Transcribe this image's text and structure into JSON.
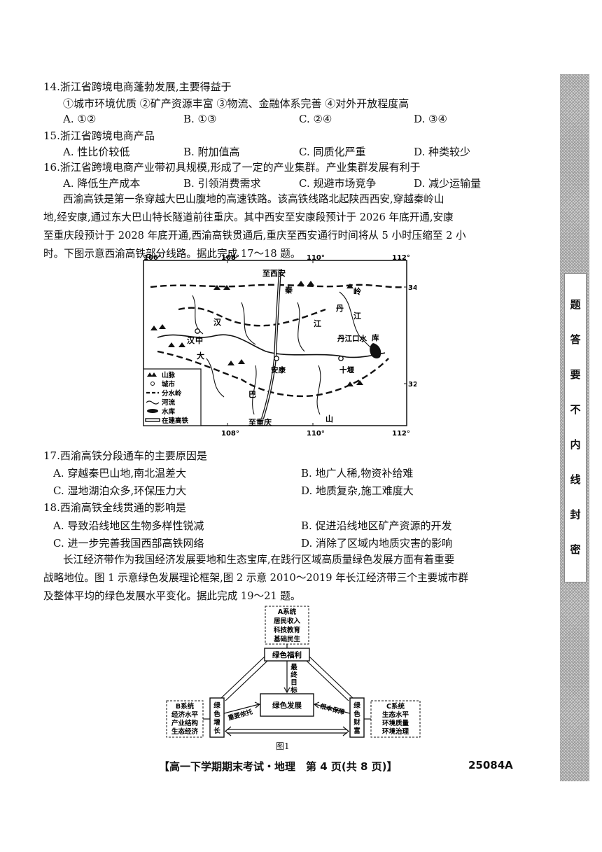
{
  "q14": {
    "stem": "14.浙江省跨境电商蓬勃发展,主要得益于",
    "items": "①城市环境优质  ②矿产资源丰富  ③物流、金融体系完善  ④对外开放程度高",
    "A": "A. ①②",
    "B": "B. ①③",
    "C": "C. ②④",
    "D": "D. ③④"
  },
  "q15": {
    "stem": "15.浙江省跨境电商产品",
    "A": "A. 性比价较低",
    "B": "B. 附加值高",
    "C": "C. 同质化严重",
    "D": "D. 种类较少"
  },
  "q16": {
    "stem": "16.浙江省跨境电商产业带初具规模,形成了一定的产业集群。产业集群发展有利于",
    "A": "A. 降低生产成本",
    "B": "B. 引领消费需求",
    "C": "C. 规避市场竞争",
    "D": "D. 减少运输量"
  },
  "passage1": [
    "西渝高铁是第一条穿越大巴山腹地的高速铁路。该高铁线路北起陕西西安,穿越秦岭山",
    "地,经安康,通过东大巴山特长隧道前往重庆。其中西安至安康段预计于 2026 年底开通,安康",
    "至重庆段预计于 2028 年底开通,西渝高铁贯通后,重庆至西安通行时间将从 5 小时压缩至 2 小",
    "时。下图示意西渝高铁部分线路。据此完成 17～18 题。"
  ],
  "map": {
    "top_ticks": [
      "106°",
      "108°",
      "110°",
      "112°"
    ],
    "bottom_ticks": [
      "108°",
      "110°",
      "112°"
    ],
    "lat_ticks": [
      "34°",
      "32°"
    ],
    "labels": {
      "to_xian": "至西安",
      "to_chongqing": "至重庆",
      "qin": "秦",
      "ling": "岭",
      "han1": "汉",
      "han2": "汉",
      "zhong": "中",
      "da": "大",
      "jiang": "江",
      "dan": "丹",
      "jiang2": "江",
      "ba": "巴",
      "shan": "山",
      "ankang": "安康",
      "danjiangkou": "丹江口水",
      "ku": "库",
      "shiyan": "十堰"
    },
    "legend": [
      {
        "icon": "mountain-icon",
        "label": "山脉"
      },
      {
        "icon": "city-icon",
        "label": "城市"
      },
      {
        "icon": "watershed-icon",
        "label": "分水岭"
      },
      {
        "icon": "river-icon",
        "label": "河流"
      },
      {
        "icon": "reservoir-icon",
        "label": "水库"
      },
      {
        "icon": "railway-icon",
        "label": "在建高铁"
      }
    ]
  },
  "q17": {
    "stem": "17.西渝高铁分段通车的主要原因是",
    "A": "A. 穿越秦巴山地,南北温差大",
    "B": "B. 地广人稀,物资补给难",
    "C": "C. 湿地湖泊众多,环保压力大",
    "D": "D. 地质复杂,施工难度大"
  },
  "q18": {
    "stem": "18.西渝高铁全线贯通的影响是",
    "A": "A. 导致沿线地区生物多样性锐减",
    "B": "B. 促进沿线地区矿产资源的开发",
    "C": "C. 进一步完善我国西部高铁网络",
    "D": "D. 消除了区域内地质灾害的影响"
  },
  "passage2": [
    "长江经济带作为我国经济发展要地和生态宝库,在践行区域高质量绿色发展方面有着重要",
    "战略地位。图 1 示意绿色发展理论框架,图 2 示意 2010～2019 年长江经济带三个主要城市群",
    "及整体平均的绿色发展水平变化。据此完成 19～21 题。"
  ],
  "diagram": {
    "a_system": [
      "A系统",
      "居民收入",
      "科技教育",
      "基础民生"
    ],
    "green_welfare": "绿色福利",
    "final_goal": [
      "最",
      "终",
      "目",
      "标"
    ],
    "green_dev": "绿色发展",
    "b_system": [
      "B系统",
      "经济水平",
      "产业结构",
      "生态经济"
    ],
    "green_growth": [
      "绿",
      "色",
      "增",
      "长"
    ],
    "important_support": "重要依托",
    "fundamental_guarantee": "根本保障",
    "green_wealth": [
      "绿",
      "色",
      "财",
      "富"
    ],
    "c_system": [
      "C系统",
      "生态水平",
      "环境质量",
      "环境治理"
    ],
    "caption": "图1"
  },
  "footer": "【高一下学期期末考试・地理　第 4 页(共 8 页)】",
  "code": "25084A",
  "sidebar_text": [
    "密",
    "封",
    "线",
    "内",
    "不",
    "要",
    "答",
    "题"
  ]
}
